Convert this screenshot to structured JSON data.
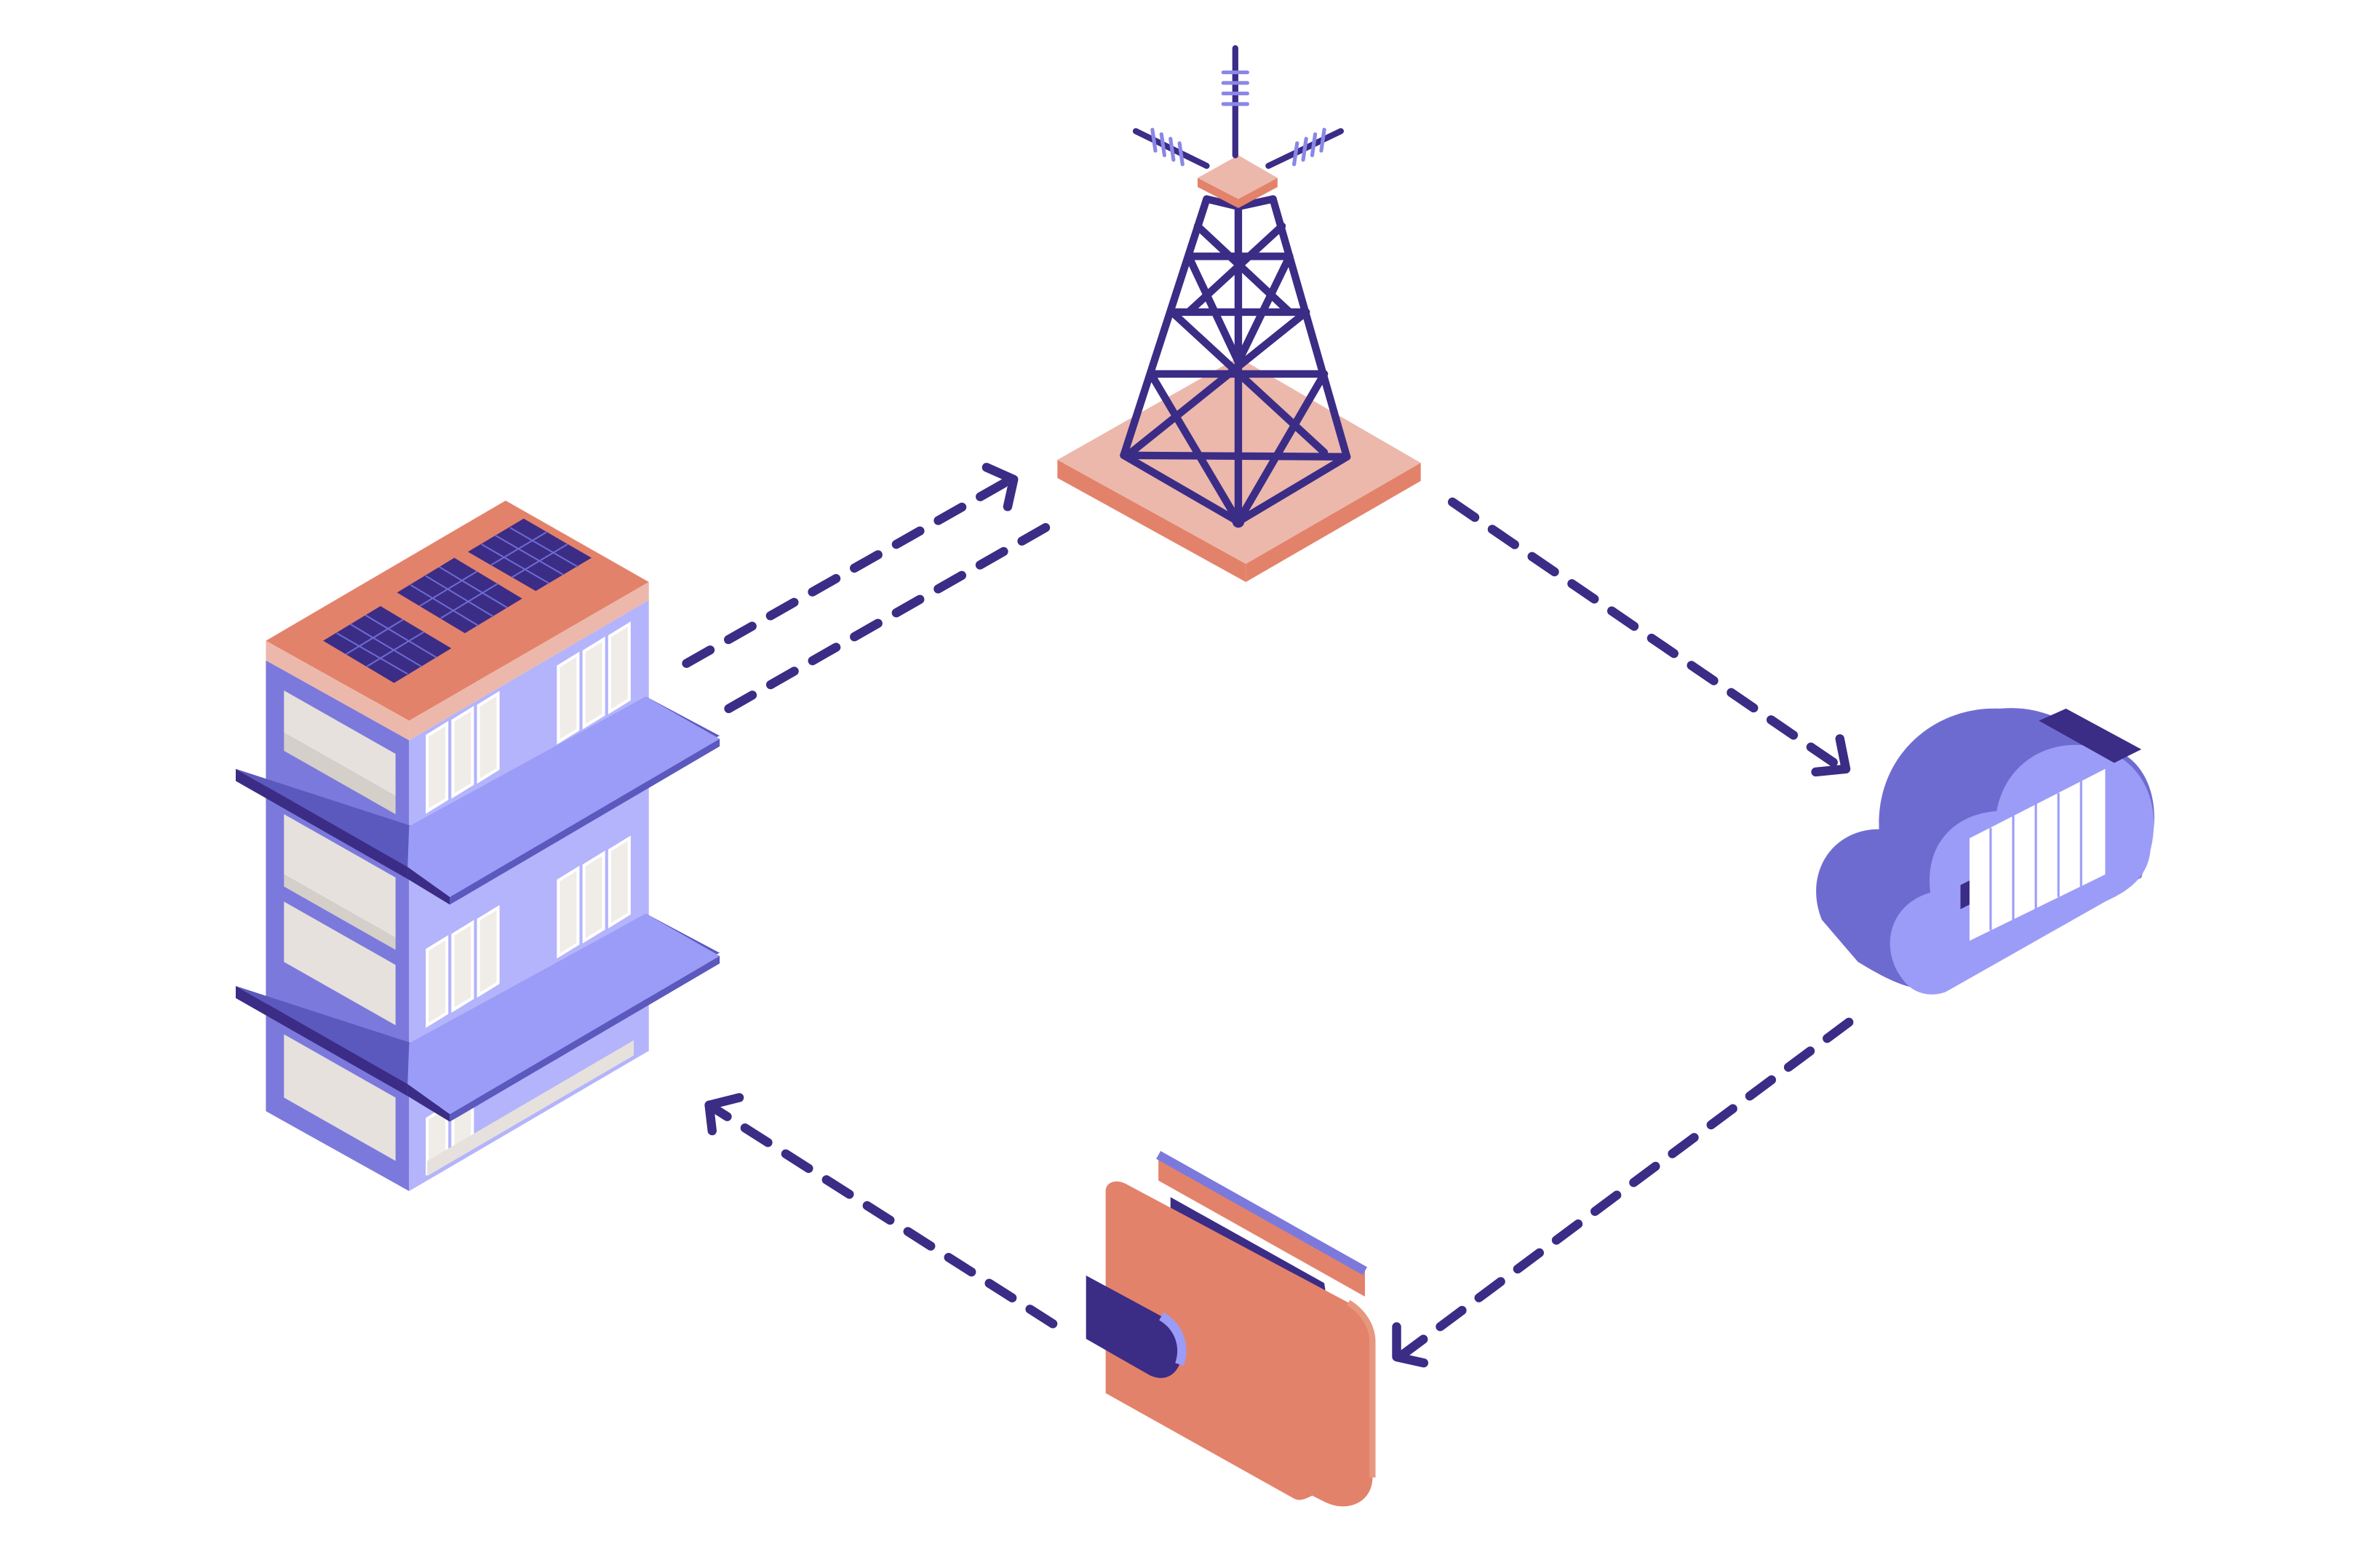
{
  "diagram": {
    "nodes": [
      {
        "id": "building",
        "icon": "solar-building-icon"
      },
      {
        "id": "tower",
        "icon": "power-tower-icon"
      },
      {
        "id": "cloud",
        "icon": "cloud-battery-icon"
      },
      {
        "id": "wallet",
        "icon": "wallet-icon"
      }
    ],
    "edges": [
      {
        "from": "building",
        "to": "tower",
        "style": "dashed",
        "arrow": true
      },
      {
        "from": "tower",
        "to": "building",
        "style": "dashed",
        "arrow": false
      },
      {
        "from": "tower",
        "to": "cloud",
        "style": "dashed",
        "arrow": true
      },
      {
        "from": "cloud",
        "to": "wallet",
        "style": "dashed",
        "arrow": true
      },
      {
        "from": "wallet",
        "to": "building",
        "style": "dashed",
        "arrow": true
      }
    ]
  },
  "colors": {
    "navy": "#3b2c86",
    "lavender": "#9b9cf7",
    "periwinkle": "#6e6bd0",
    "light_lavender": "#b3b4fb",
    "coral": "#e3826a",
    "peach": "#ecb8ac",
    "cream": "#e6e1dc",
    "white": "#ffffff"
  }
}
